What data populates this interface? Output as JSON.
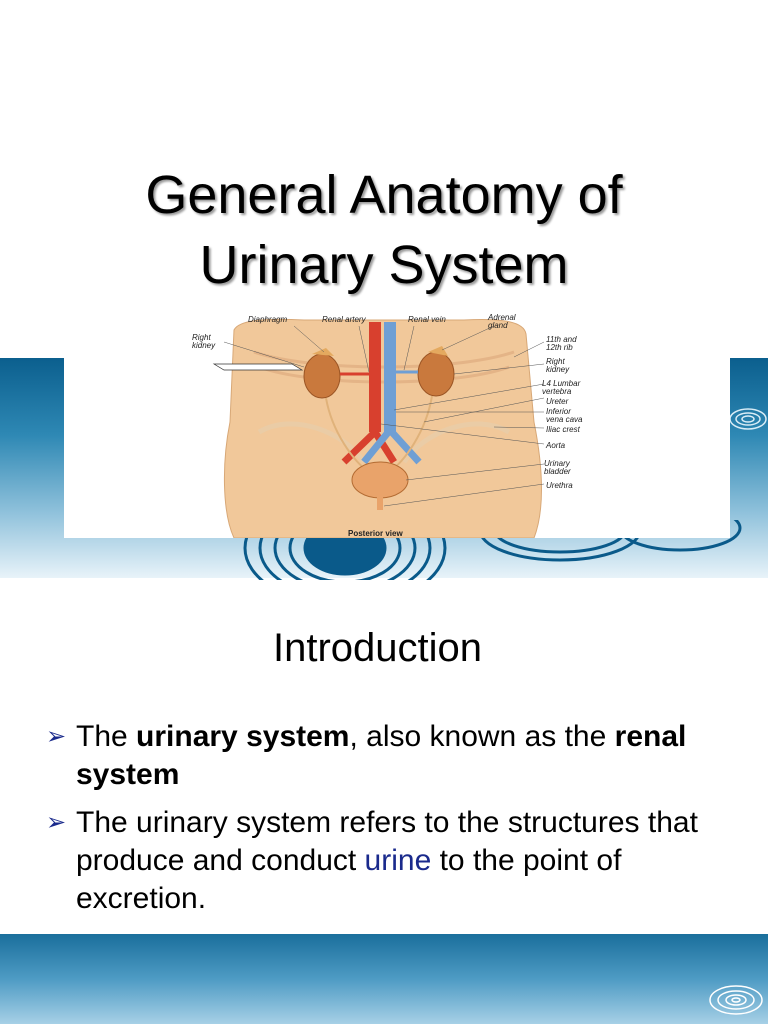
{
  "slide": {
    "title_line1": "General Anatomy of",
    "title_line2": "Urinary System",
    "intro_heading": "Introduction"
  },
  "figure": {
    "labels": {
      "diaphragm": "Diaphragm",
      "renal_artery": "Renal artery",
      "renal_vein": "Renal vein",
      "adrenal_gland": "Adrenal\ngland",
      "right_kidney_left": "Right\nkidney",
      "ribs": "11th and\n12th rib",
      "right_kidney_right": "Right\nkidney",
      "lumbar": "L4 Lumbar\nvertebra",
      "ureter": "Ureter",
      "ivc": "Inferior\nvena cava",
      "iliac": "Iliac crest",
      "aorta": "Aorta",
      "bladder": "Urinary\nbladder",
      "urethra": "Urethra",
      "caption": "Posterior view"
    }
  },
  "bullets": [
    {
      "marker": "➢",
      "p1": "The ",
      "b1": "urinary system",
      "p2": ", also known as the ",
      "b2": "renal system"
    },
    {
      "marker": "➢",
      "p1": "The urinary system refers to the structures that produce and conduct ",
      "link": "urine",
      "p2": " to the point of excretion."
    }
  ],
  "colors": {
    "band_dark": "#0b5f8e",
    "band_light": "#8fc1db",
    "bullet_marker": "#1a2a8c",
    "link": "#1a2a8c"
  }
}
